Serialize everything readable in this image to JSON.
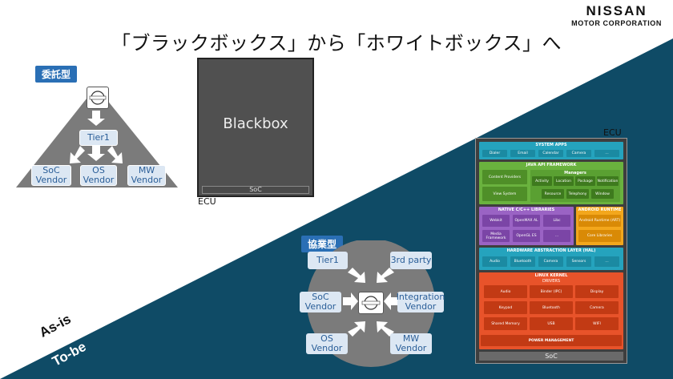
{
  "title": "「ブラックボックス」から「ホワイトボックス」へ",
  "brand": {
    "name": "NISSAN",
    "sub": "MOTOR CORPORATION",
    "logo_text": "NISSAN"
  },
  "colors": {
    "navy": "#0f4b66",
    "tag_blue": "#2a6fb5",
    "box_fill": "#dce7f3",
    "box_text": "#2a5e98"
  },
  "as_is": {
    "tag": "委託型",
    "tier1": "Tier1",
    "vendors": [
      "SoC\nVendor",
      "OS\nVendor",
      "MW\nVendor"
    ],
    "blackbox_label": "Blackbox",
    "soc_label": "SoC",
    "ecu_label": "ECU",
    "label": "As-is"
  },
  "to_be": {
    "tag": "協業型",
    "nodes": {
      "tier1": "Tier1",
      "third_party": "3rd party",
      "soc_vendor": "SoC\nVendor",
      "integration_vendor": "Integration\nVendor",
      "os_vendor": "OS\nVendor",
      "mw_vendor": "MW\nVendor"
    },
    "ecu_label": "ECU",
    "soc_label": "SoC",
    "label": "To-be",
    "stack": {
      "system_apps": {
        "title": "SYSTEM APPS",
        "items": [
          "Dialer",
          "Email",
          "Calendar",
          "Camera",
          "…"
        ]
      },
      "java_api": {
        "title": "JAVA API FRAMEWORK",
        "left": [
          "Content Providers",
          "View System"
        ],
        "managers_title": "Managers",
        "managers": [
          "Activity",
          "Location",
          "Package",
          "Notification",
          "Resource",
          "Telephony",
          "Window"
        ]
      },
      "native_libs": {
        "title": "NATIVE C/C++ LIBRARIES",
        "items": [
          "Webkit",
          "OpenMAX AL",
          "Libc",
          "Media Framework",
          "OpenGL ES",
          "…"
        ]
      },
      "android_runtime": {
        "title": "ANDROID RUNTIME",
        "items": [
          "Android Runtime (ART)",
          "Core Libraries"
        ]
      },
      "hal": {
        "title": "HARDWARE ABSTRACTION LAYER (HAL)",
        "items": [
          "Audio",
          "Bluetooth",
          "Camera",
          "Sensors",
          "…"
        ]
      },
      "kernel": {
        "title": "LINUX KERNEL",
        "drivers_title": "DRIVERS",
        "drivers": [
          "Audio",
          "Binder (IPC)",
          "Display",
          "Keypad",
          "Bluetooth",
          "Camera",
          "Shared Memory",
          "USB",
          "WIFI"
        ],
        "power": "POWER MANAGEMENT"
      }
    }
  }
}
